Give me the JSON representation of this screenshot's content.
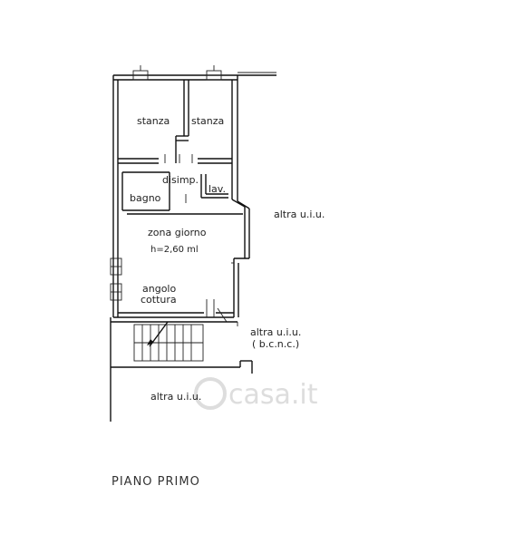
{
  "rooms": {
    "stanza_1": "stanza",
    "stanza_2": "stanza",
    "disimp": "disimp.",
    "bagno": "bagno",
    "lav": "lav.",
    "zona_giorno": "zona giorno",
    "height": "h=2,60 ml",
    "angolo": "angolo",
    "cottura": "cottura"
  },
  "neighbors": {
    "right": "altra u.i.u.",
    "right_lower_1": "altra u.i.u.",
    "right_lower_2": "( b.c.n.c.)",
    "bottom": "altra u.i.u."
  },
  "title": "PIANO PRIMO",
  "watermark": "casa.it"
}
